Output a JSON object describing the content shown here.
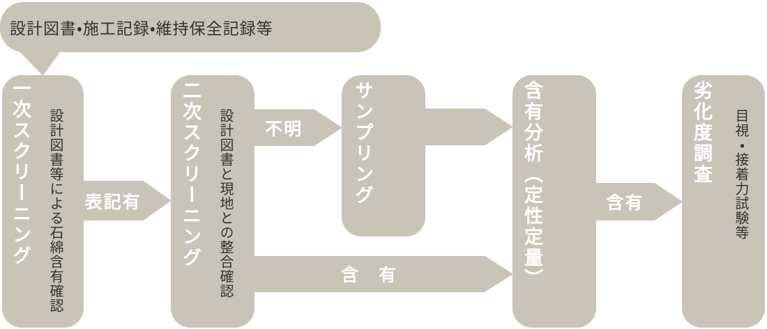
{
  "colors": {
    "shape": "#c9c4b8",
    "text_dark": "#32322c",
    "text_light": "#ffffff",
    "bg": "#ffffff"
  },
  "bubble": {
    "text": "設計図書・施工記録・維持保全記録等"
  },
  "boxes": [
    {
      "id": "primary-screening",
      "title": "一次スクリーニング",
      "subtitle": "設計図書等による石綿含有確認"
    },
    {
      "id": "secondary-screening",
      "title": "二次スクリーニング",
      "subtitle": "設計図書と現地との整合確認"
    },
    {
      "id": "sampling",
      "title": "サンプリング",
      "subtitle": ""
    },
    {
      "id": "content-analysis",
      "title": "含有分析（定性定量）",
      "subtitle": ""
    },
    {
      "id": "deterioration-survey",
      "title": "劣化度調査",
      "subtitle": "目視・接着力試験等"
    }
  ],
  "arrows": [
    {
      "id": "notation-exists",
      "label": "表記有"
    },
    {
      "id": "unknown",
      "label": "不明"
    },
    {
      "id": "sampling-to-analysis",
      "label": ""
    },
    {
      "id": "contains-long",
      "label": "含　有"
    },
    {
      "id": "contains",
      "label": "含有"
    }
  ]
}
